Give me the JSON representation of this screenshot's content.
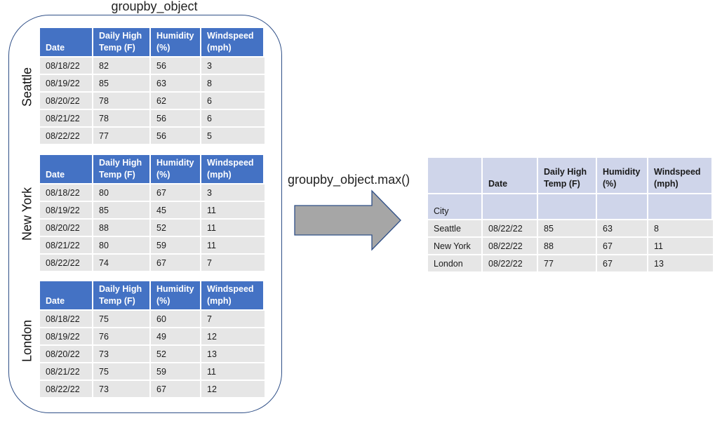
{
  "title": "groupby_object",
  "method_label": "groupby_object.max()",
  "colors": {
    "group_header": "#4472c4",
    "result_header": "#cfd5ea",
    "row_fill": "#e6e6e6",
    "box_border": "#2f4f87",
    "arrow_fill": "#a6a6a6"
  },
  "columns": [
    "Date",
    "Daily High\nTemp (F)",
    "Humidity\n(%)",
    "Windspeed\n(mph)"
  ],
  "groups": [
    {
      "city": "Seattle",
      "rows": [
        [
          "08/18/22",
          "82",
          "56",
          "3"
        ],
        [
          "08/19/22",
          "85",
          "63",
          "8"
        ],
        [
          "08/20/22",
          "78",
          "62",
          "6"
        ],
        [
          "08/21/22",
          "78",
          "56",
          "6"
        ],
        [
          "08/22/22",
          "77",
          "56",
          "5"
        ]
      ]
    },
    {
      "city": "New York",
      "rows": [
        [
          "08/18/22",
          "80",
          "67",
          "3"
        ],
        [
          "08/19/22",
          "85",
          "45",
          "11"
        ],
        [
          "08/20/22",
          "88",
          "52",
          "11"
        ],
        [
          "08/21/22",
          "80",
          "59",
          "11"
        ],
        [
          "08/22/22",
          "74",
          "67",
          "7"
        ]
      ]
    },
    {
      "city": "London",
      "rows": [
        [
          "08/18/22",
          "75",
          "60",
          "7"
        ],
        [
          "08/19/22",
          "76",
          "49",
          "12"
        ],
        [
          "08/20/22",
          "73",
          "52",
          "13"
        ],
        [
          "08/21/22",
          "75",
          "59",
          "11"
        ],
        [
          "08/22/22",
          "73",
          "67",
          "12"
        ]
      ]
    }
  ],
  "result": {
    "index_name": "City",
    "columns": [
      "Date",
      "Daily High\nTemp (F)",
      "Humidity\n(%)",
      "Windspeed\n(mph)"
    ],
    "rows": [
      [
        "Seattle",
        "08/22/22",
        "85",
        "63",
        "8"
      ],
      [
        "New York",
        "08/22/22",
        "88",
        "67",
        "11"
      ],
      [
        "London",
        "08/22/22",
        "77",
        "67",
        "13"
      ]
    ]
  }
}
